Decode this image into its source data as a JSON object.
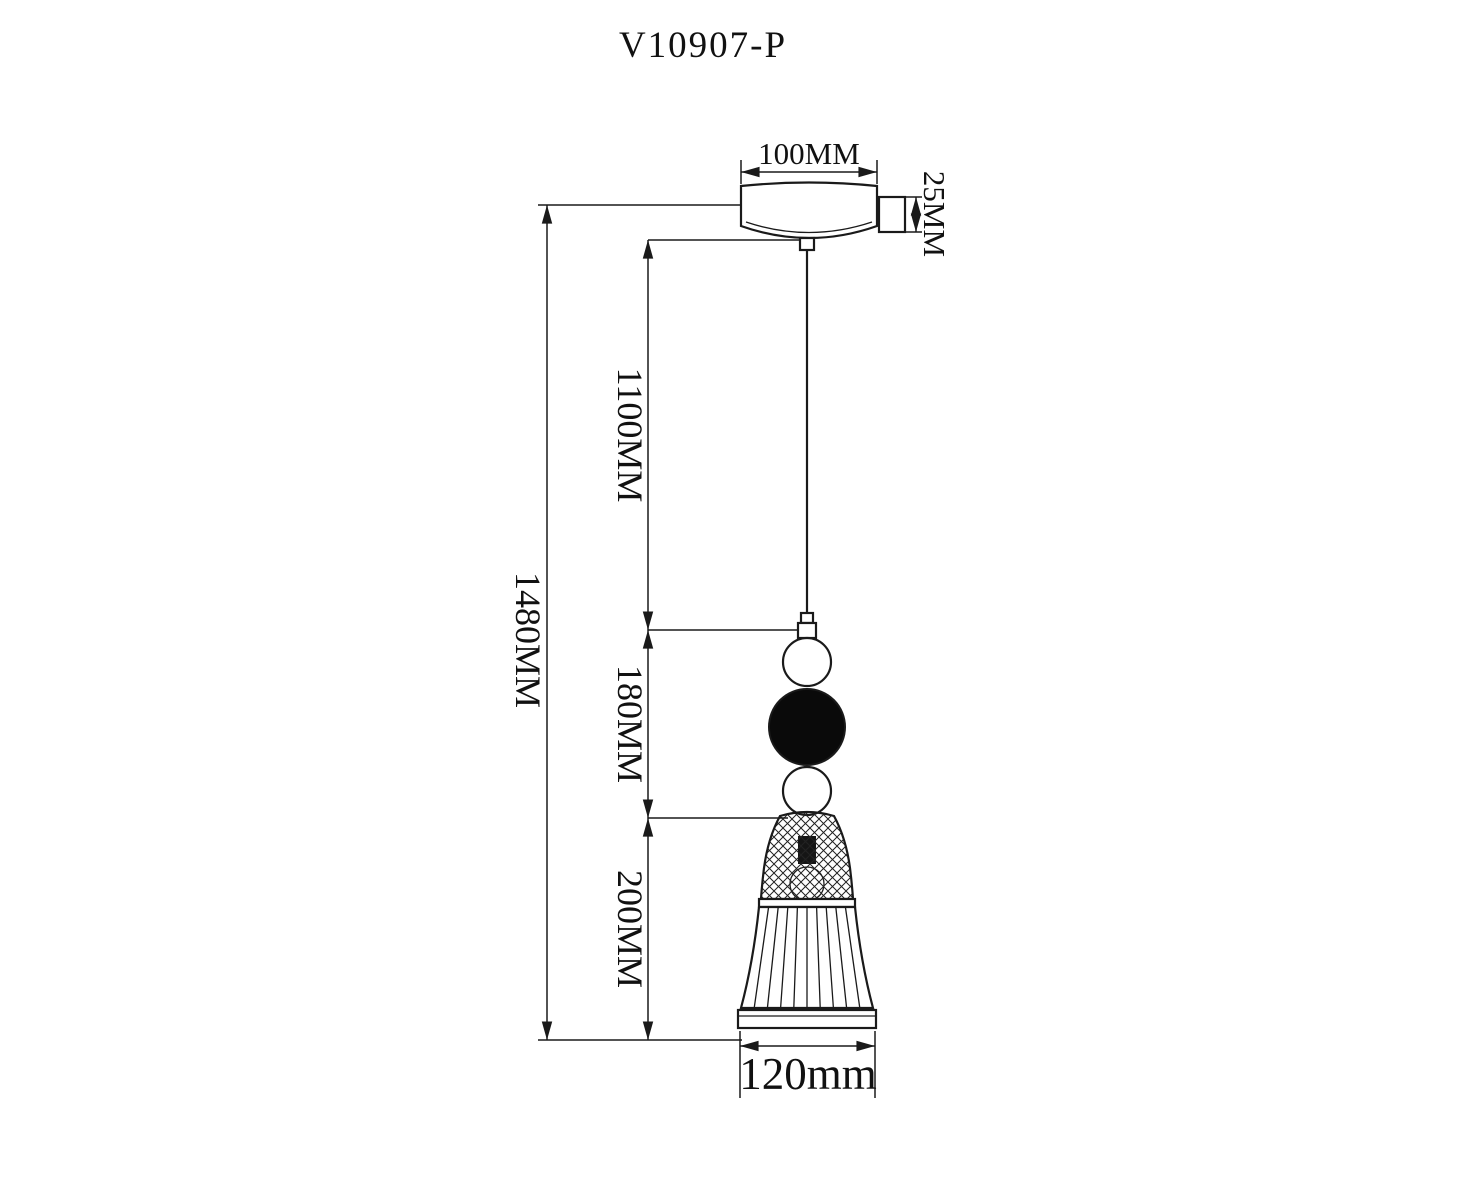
{
  "title": "V10907-P",
  "dimensions": {
    "canopy_width": "100MM",
    "canopy_height": "25MM",
    "cord_length": "1100MM",
    "overall_height": "1480MM",
    "bead_section_height": "180MM",
    "shade_section_height": "200MM",
    "shade_diameter": "120mm"
  },
  "colors": {
    "line": "#1a1a1a",
    "background": "#ffffff",
    "bead_fill": "#0a0a0a"
  }
}
